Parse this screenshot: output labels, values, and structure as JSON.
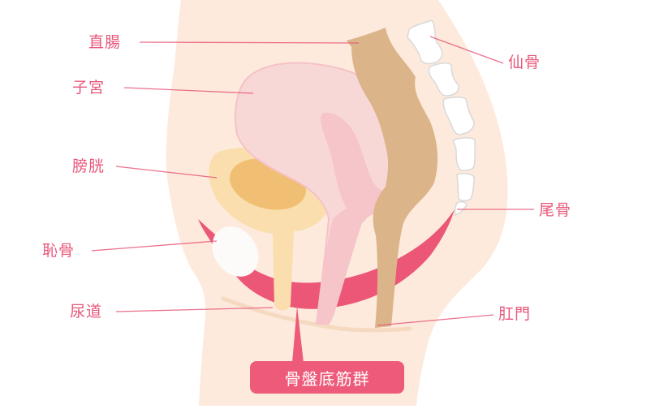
{
  "diagram": {
    "title": "骨盤底筋群",
    "colors": {
      "skin": "#fdeadc",
      "uterus": "#f8d7d7",
      "uterus_outline": "#f5c2c8",
      "bladder_outer": "#fadeae",
      "bladder_inner": "#f1bf73",
      "rectum": "#dbb48a",
      "muscle": "#ec5777",
      "bone": "#ffffff",
      "bone_outline": "#d9d9d9",
      "label": "#e8587a",
      "leader_line": "#e8587a"
    },
    "labels": [
      {
        "id": "rectum",
        "text": "直腸",
        "side": "left"
      },
      {
        "id": "uterus",
        "text": "子宮",
        "side": "left"
      },
      {
        "id": "bladder",
        "text": "膀胱",
        "side": "left"
      },
      {
        "id": "pubic-bone",
        "text": "恥骨",
        "side": "left"
      },
      {
        "id": "urethra",
        "text": "尿道",
        "side": "left"
      },
      {
        "id": "sacrum",
        "text": "仙骨",
        "side": "right"
      },
      {
        "id": "coccyx",
        "text": "尾骨",
        "side": "right"
      },
      {
        "id": "anus",
        "text": "肛門",
        "side": "right"
      }
    ],
    "callout": {
      "text": "骨盤底筋群"
    }
  }
}
